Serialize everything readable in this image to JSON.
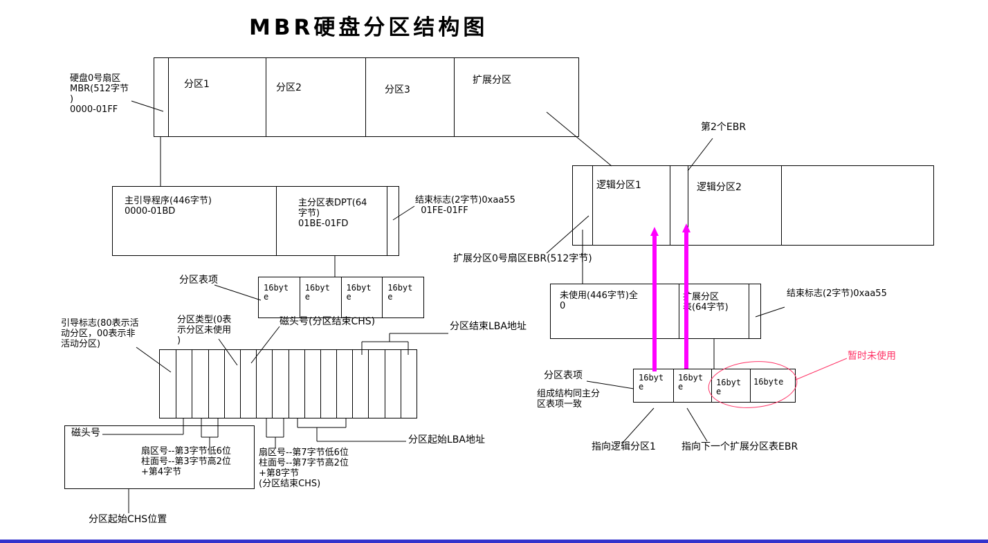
{
  "title": "MBR硬盘分区结构图",
  "colors": {
    "line": "#000000",
    "magenta": "#ff00ff",
    "pink": "#ff3366",
    "bottom_bar": "#3333cc"
  },
  "mbr_disk": {
    "sector0_label": "硬盘0号扇区\nMBR(512字节\n)\n0000-01FF",
    "partitions": [
      "分区1",
      "分区2",
      "分区3",
      "扩展分区"
    ]
  },
  "mbr_sector": {
    "boot_program": "主引导程序(446字节)\n0000-01BD",
    "dpt": "主分区表DPT(64\n字节)\n01BE-01FD",
    "end_flag": "结束标志(2字节)0xaa55\n  01FE-01FF"
  },
  "partition_entry_row": {
    "label": "分区表项",
    "cells": [
      "16byte",
      "16byte",
      "16byte",
      "16byte"
    ]
  },
  "entry_fields": {
    "boot_flag": "引导标志(80表示活\n动分区，00表示非\n活动分区)",
    "type": "分区类型(0表\n示分区未使用\n)",
    "end_head": "磁头号(分区结束CHS)",
    "end_lba": "分区结束LBA地址",
    "start_head": "磁头号",
    "start_chs_bytes": "扇区号--第3字节低6位\n柱面号--第3字节高2位\n+第4字节",
    "end_chs_bytes": "扇区号--第7字节低6位\n柱面号--第7字节高2位\n+第8字节\n(分区结束CHS)",
    "start_lba": "分区起始LBA地址",
    "start_chs": "分区起始CHS位置"
  },
  "extended_disk": {
    "ebr2_label": "第2个EBR",
    "ebr0_label": "扩展分区0号扇区EBR(512字节)",
    "partitions": [
      "逻辑分区1",
      "逻辑分区2"
    ]
  },
  "ebr_sector": {
    "unused": "未使用(446字节)全\n0",
    "table": "扩展分区\n表(64字节)",
    "end_flag": "结束标志(2字节)0xaa55"
  },
  "ebr_entry_row": {
    "label": "分区表项",
    "note": "组成结构同主分\n区表项一致",
    "cells": [
      "16byte",
      "16byte",
      "16byte",
      "16byte"
    ],
    "temp_unused": "暂时未使用",
    "points_logical1": "指向逻辑分区1",
    "points_next_ebr": "指向下一个扩展分区表EBR"
  }
}
